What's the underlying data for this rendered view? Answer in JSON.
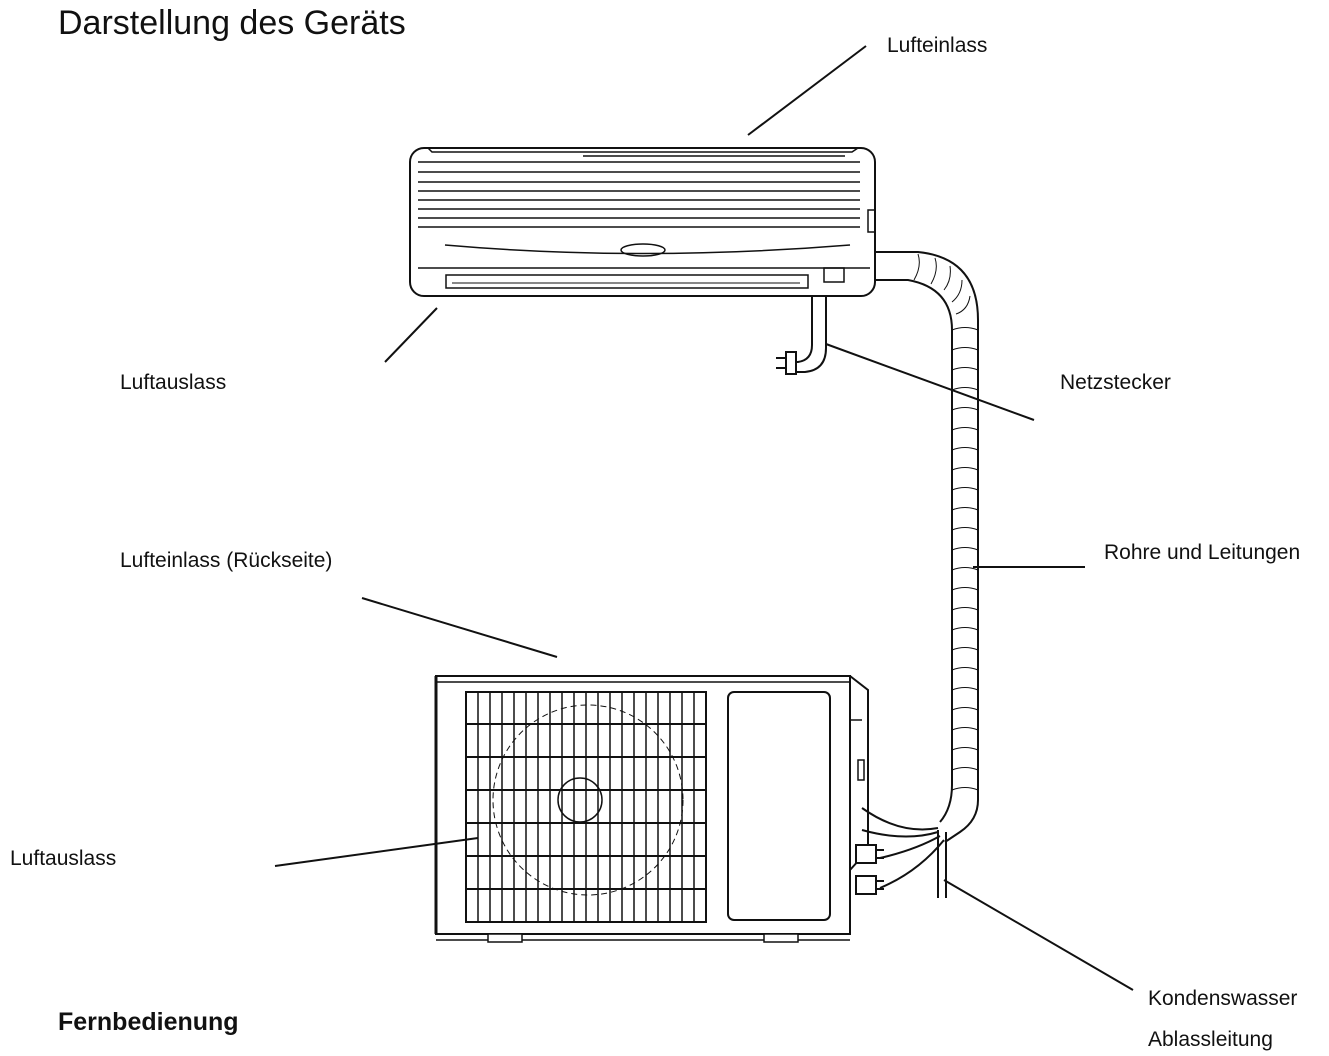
{
  "header": {
    "title": "Darstellung des Geräts"
  },
  "labels": {
    "indoor_air_inlet": "Lufteinlass",
    "indoor_air_outlet": "Luftauslass",
    "power_plug": "Netzstecker",
    "outdoor_air_inlet_back": "Lufteinlass (Rückseite)",
    "pipes_and_lines": "Rohre und Leitungen",
    "outdoor_air_outlet": "Luftauslass",
    "condensate_line_1": "Kondenswasser",
    "condensate_line_2": "Ablassleitung"
  },
  "footer": {
    "section_title": "Fernbedienung"
  }
}
